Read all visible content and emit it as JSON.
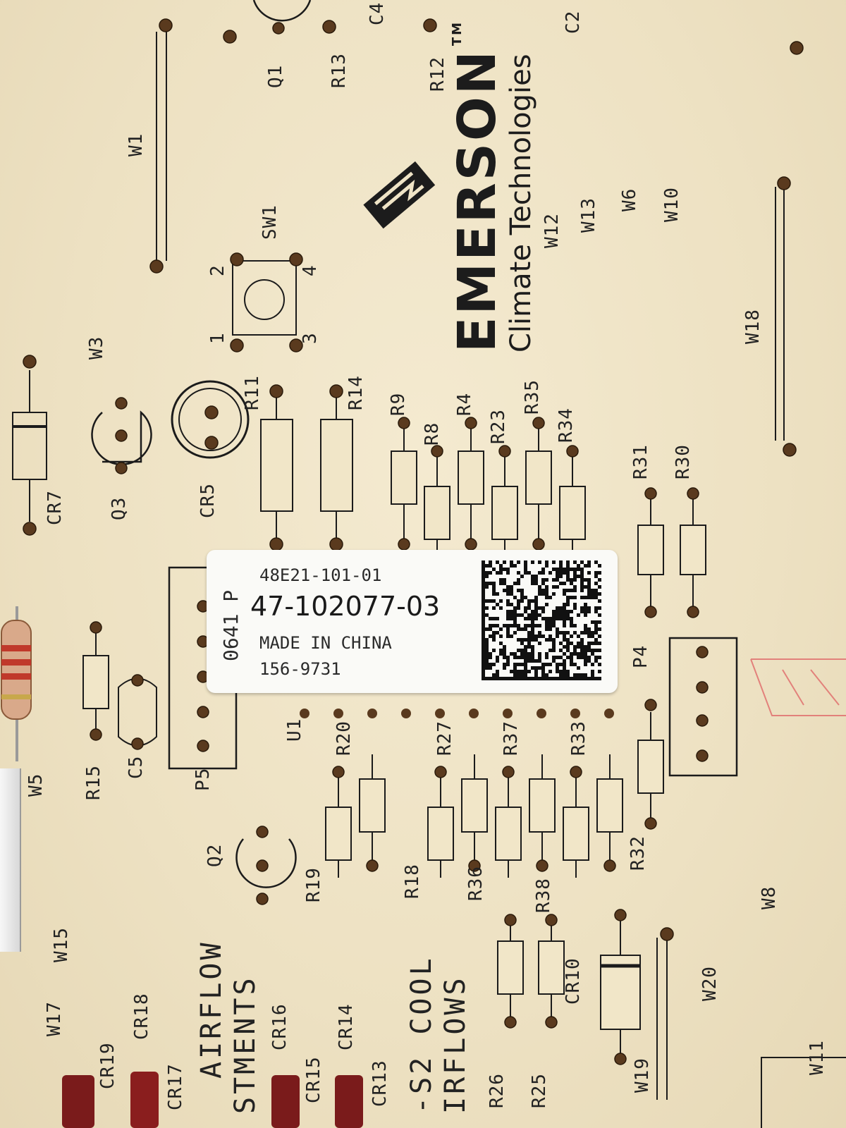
{
  "brand": {
    "name": "EMERSON",
    "trademark": "TM",
    "subtitle": "Climate Technologies"
  },
  "label": {
    "rotated_code": "0641 P",
    "line1": "48E21-101-01",
    "part_number": "47-102077-03",
    "origin": "MADE IN CHINA",
    "line4": "156-9731"
  },
  "silkscreen": {
    "r13": "R13",
    "q1": "Q1",
    "r12": "R12",
    "c2": "C2",
    "c4": "C4",
    "w1": "W1",
    "sw1": "SW1",
    "w3": "W3",
    "w12": "W12",
    "w13": "W13",
    "w6": "W6",
    "w10": "W10",
    "w18": "W18",
    "pin1": "1",
    "pin2": "2",
    "pin3": "3",
    "pin4": "4",
    "r11": "R11",
    "r14": "R14",
    "r9": "R9",
    "r8": "R8",
    "r4": "R4",
    "r23": "R23",
    "r35": "R35",
    "r34": "R34",
    "r31": "R31",
    "r30": "R30",
    "q3": "Q3",
    "cr5": "CR5",
    "cr7": "CR7",
    "p5": "P5",
    "p4": "P4",
    "u1": "U1",
    "r15": "R15",
    "c5": "C5",
    "w5": "W5",
    "r20": "R20",
    "r27": "R27",
    "r37": "R37",
    "r33": "R33",
    "r32": "R32",
    "q2": "Q2",
    "r19": "R19",
    "r18": "R18",
    "r36": "R36",
    "r38": "R38",
    "cr10": "CR10",
    "w8": "W8",
    "w20": "W20",
    "w19": "W19",
    "w11": "W11",
    "w15": "W15",
    "w17": "W17",
    "cr18": "CR18",
    "cr19": "CR19",
    "cr17": "CR17",
    "cr16": "CR16",
    "cr15": "CR15",
    "cr14": "CR14",
    "cr13": "CR13",
    "r26": "R26",
    "r25": "R25",
    "airflow": "AIRFLOW",
    "stments": "STMENTS",
    "s2cool": "-S2 COOL",
    "irflows": "IRFLOWS"
  },
  "colors": {
    "board": "#efe4c6",
    "silkscreen": "#1b1b1b",
    "pad": "#5a3a1e",
    "label_bg": "#fafaf7",
    "stamp": "#e06a6a"
  }
}
